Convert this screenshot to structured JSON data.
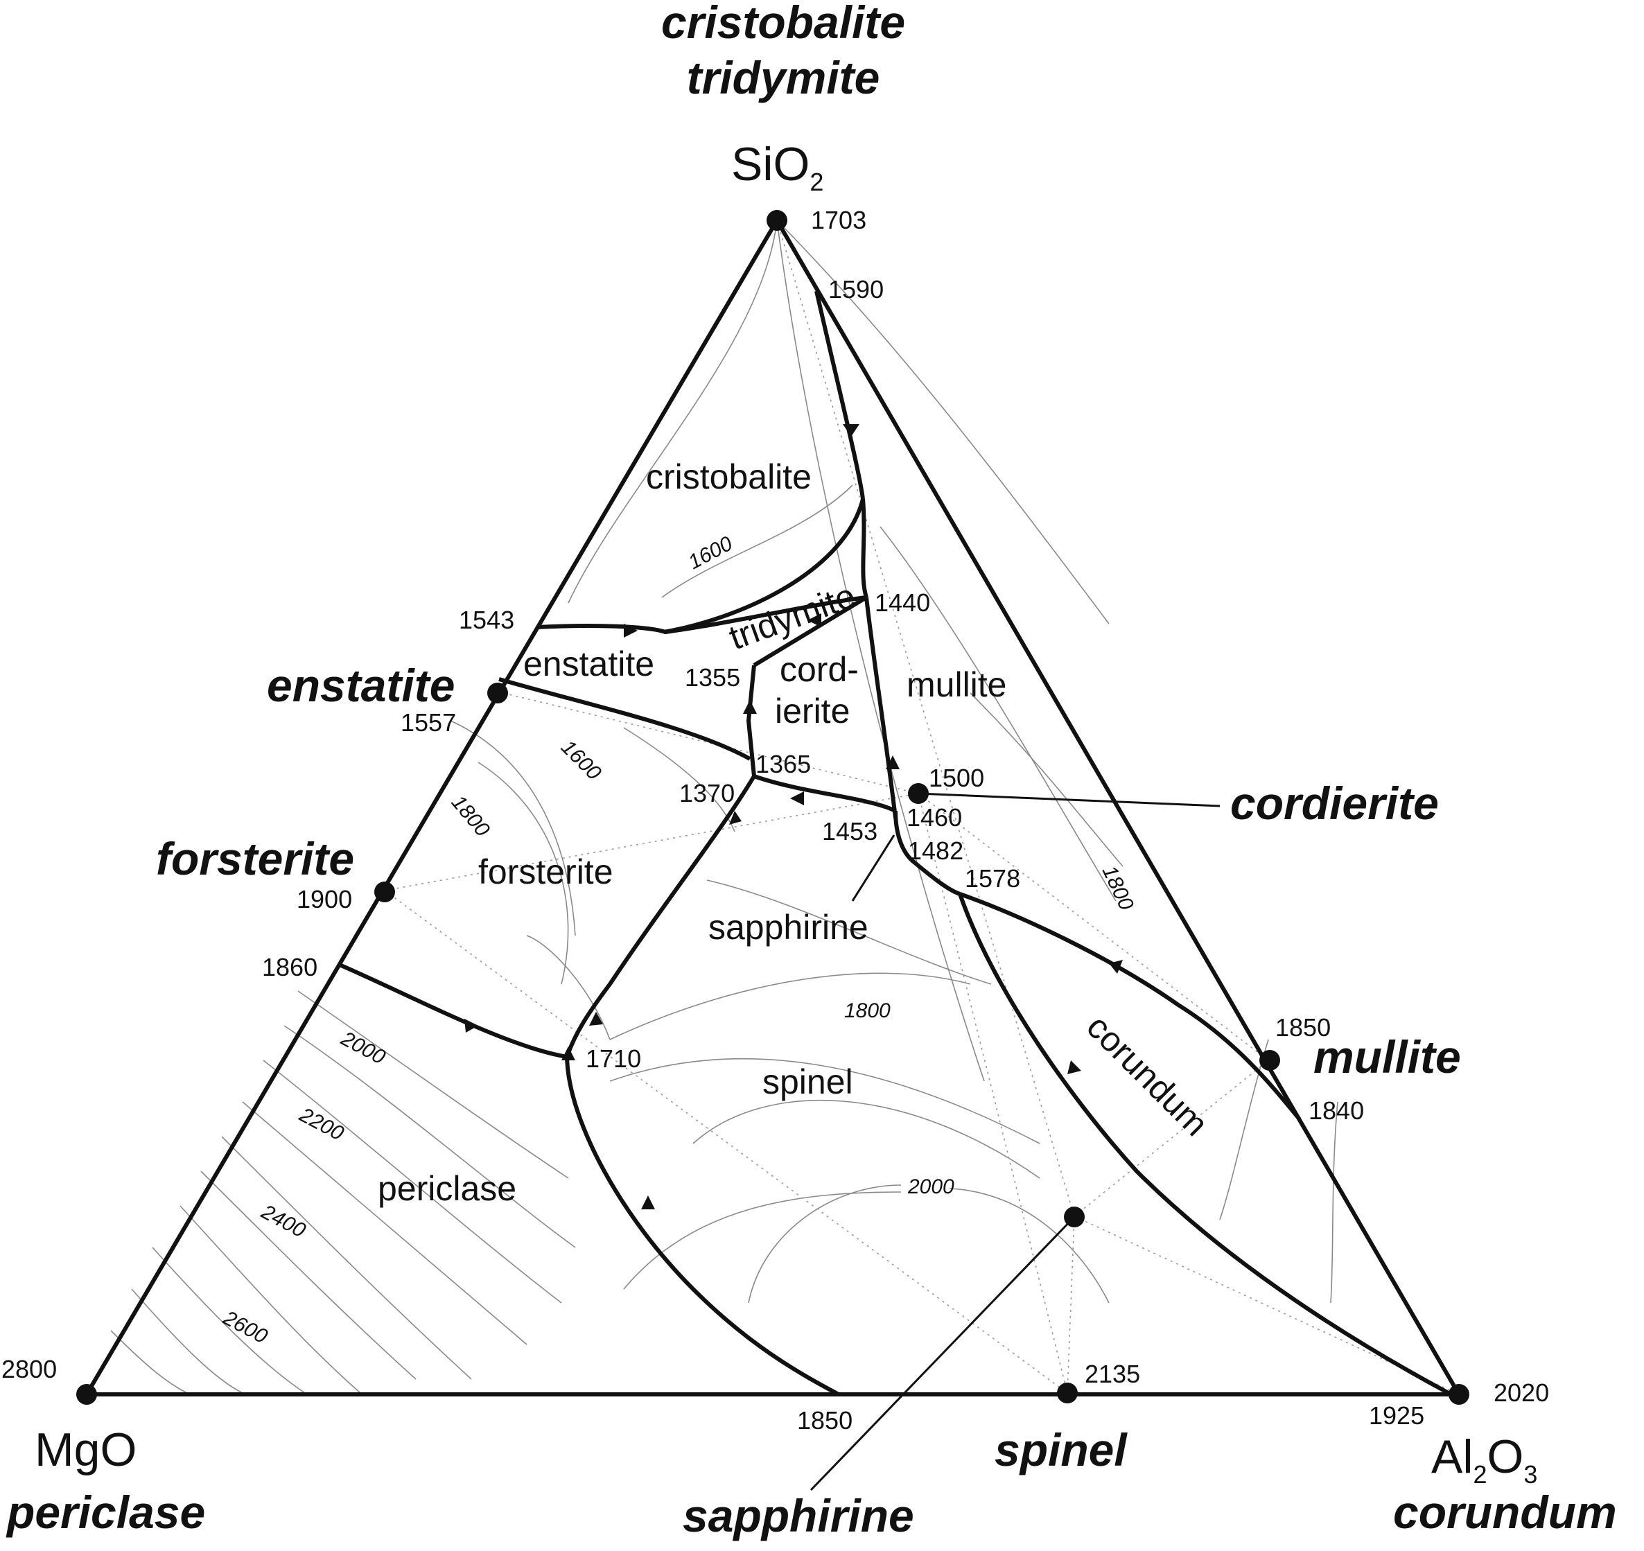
{
  "title": {
    "line1": "cristobalite",
    "line2": "tridymite"
  },
  "vertices": {
    "sio2": {
      "formula": "SiO",
      "subscript": "2",
      "temp": "1703"
    },
    "mgo": {
      "formula": "MgO",
      "mineral": "periclase",
      "temp": "2800"
    },
    "al2o3": {
      "formula_a": "Al",
      "sub_a": "2",
      "formula_b": "O",
      "sub_b": "3",
      "mineral": "corundum",
      "temp": "2020"
    }
  },
  "compounds": {
    "enstatite": {
      "label": "enstatite",
      "temp": "1557"
    },
    "forsterite": {
      "label": "forsterite",
      "temp": "1900"
    },
    "cordierite": {
      "label": "cordierite",
      "temp": "1500"
    },
    "mullite": {
      "label": "mullite",
      "temp": "1850"
    },
    "spinel": {
      "label": "spinel",
      "temp": "2135"
    },
    "sapphirine": {
      "label": "sapphirine"
    }
  },
  "fields": {
    "cristobalite": "cristobalite",
    "tridymite": "tridymite",
    "enstatite": "enstatite",
    "cordierite_1": "cord-",
    "cordierite_2": "ierite",
    "mullite": "mullite",
    "forsterite": "forsterite",
    "sapphirine": "sapphirine",
    "spinel": "spinel",
    "periclase": "periclase",
    "corundum": "corundum"
  },
  "points": {
    "p1590": "1590",
    "p1543": "1543",
    "p1440": "1440",
    "p1355": "1355",
    "p1365": "1365",
    "p1370": "1370",
    "p1460": "1460",
    "p1453": "1453",
    "p1482": "1482",
    "p1578": "1578",
    "p1860": "1860",
    "p1710": "1710",
    "p1840": "1840",
    "p1850_base": "1850",
    "p1925": "1925"
  },
  "isotherms": {
    "cristobalite_1600": "1600",
    "forsterite_1600": "1600",
    "forsterite_1800": "1800",
    "spinel_1800": "1800",
    "spinel_2000": "2000",
    "mullite_1800": "1800",
    "periclase_2000": "2000",
    "periclase_2200": "2200",
    "periclase_2400": "2400",
    "periclase_2600": "2600"
  }
}
